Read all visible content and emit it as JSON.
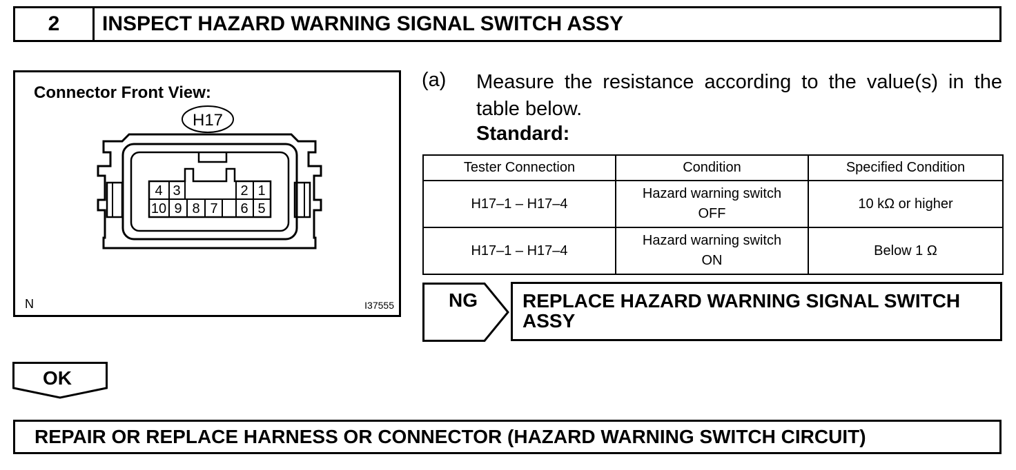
{
  "step": {
    "number": "2",
    "title": "INSPECT HAZARD WARNING SIGNAL SWITCH ASSY"
  },
  "illustration": {
    "title": "Connector Front View:",
    "connector_id": "H17",
    "pins_top": [
      "4",
      "3",
      "",
      "",
      "2",
      "1"
    ],
    "pins_bottom": [
      "10",
      "9",
      "8",
      "7",
      "6",
      "5"
    ],
    "corner_left": "N",
    "image_code": "I37555"
  },
  "instruction": {
    "marker": "(a)",
    "text": "Measure the resistance according to the value(s) in the table below.",
    "standard_label": "Standard:"
  },
  "table": {
    "headers": [
      "Tester Connection",
      "Condition",
      "Specified Condition"
    ],
    "rows": [
      {
        "connection": "H17–1 – H17–4",
        "condition_line1": "Hazard warning switch",
        "condition_line2": "OFF",
        "specified": "10 kΩ or higher"
      },
      {
        "connection": "H17–1 – H17–4",
        "condition_line1": "Hazard warning switch",
        "condition_line2": "ON",
        "specified": "Below 1 Ω"
      }
    ]
  },
  "ng": {
    "label": "NG",
    "action_line1": "REPLACE HAZARD WARNING SIGNAL SWITCH",
    "action_line2": "ASSY"
  },
  "ok": {
    "label": "OK"
  },
  "final_action": "REPAIR OR REPLACE HARNESS OR CONNECTOR (HAZARD WARNING SWITCH CIRCUIT)"
}
